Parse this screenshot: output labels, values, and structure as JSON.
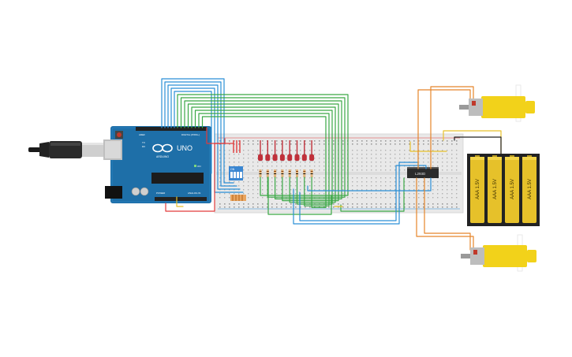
{
  "arduino": {
    "brand": "UNO",
    "logo": "ARDUINO",
    "digital_label": "DIGITAL (PWM~)",
    "power_label": "POWER",
    "analog_label": "ANALOG IN",
    "aref_label": "AREF",
    "tx_label": "TX",
    "rx_label": "RX",
    "on_label": "ON"
  },
  "dip_switch": {
    "label": "ON"
  },
  "ic_chip": {
    "label": "L293D"
  },
  "battery_pack": {
    "cells": [
      "AAA 1.5V",
      "AAA 1.5V",
      "AAA 1.5V",
      "AAA 1.5V"
    ]
  },
  "leds": {
    "count": 8,
    "color": "#c0303a"
  },
  "colors": {
    "board_blue": "#1e6fa8",
    "wire_blue": "#2a8fd6",
    "wire_green": "#3aa845",
    "wire_red": "#e23b3b",
    "wire_orange": "#e5852a",
    "wire_yellow": "#e8c12a",
    "wire_black": "#222222",
    "motor_yellow": "#f2d21a",
    "breadboard": "#e9e9e9"
  },
  "icons": [
    "usb-cable-icon",
    "motor-icon",
    "battery-icon",
    "led-icon",
    "resistor-icon"
  ]
}
